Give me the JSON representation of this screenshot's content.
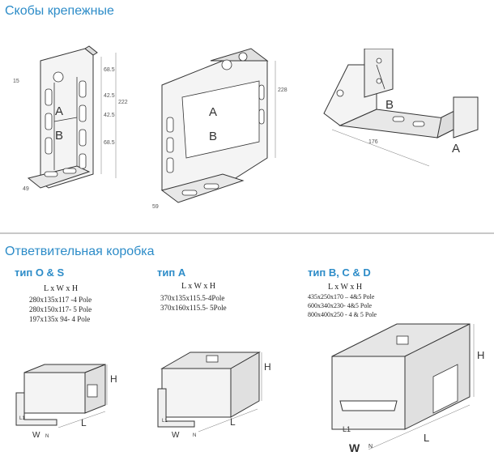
{
  "section1": {
    "title": "Скобы крепежные"
  },
  "section2": {
    "title": "Ответвительная коробка"
  },
  "bracket1": {
    "dims": [
      "68.5",
      "42.5",
      "42.5",
      "68.5"
    ],
    "height": "222",
    "width_top": "15",
    "bottom": "49",
    "label_a": "A",
    "label_b": "B"
  },
  "bracket2": {
    "height": "228",
    "bottom": "59",
    "label_a": "A",
    "label_b": "B"
  },
  "bracket3": {
    "width": "176",
    "label_a": "A",
    "label_b": "B"
  },
  "box_os": {
    "title": "тип O & S",
    "lwh": "L x W x H",
    "specs": [
      "280x135x117 -4 Pole",
      "280x150x117- 5 Pole",
      "197x135x 94- 4 Pole"
    ],
    "label_h": "H",
    "label_l": "L",
    "label_w": "W",
    "label_l1": "L1",
    "label_n": "N"
  },
  "box_a": {
    "title": "тип A",
    "lwh": "L x W x H",
    "specs": [
      "370x135x115.5-4Pole",
      "370x160x115.5- 5Pole"
    ],
    "label_h": "H",
    "label_l": "L",
    "label_w": "W",
    "label_l1": "L1",
    "label_n": "N"
  },
  "box_bcd": {
    "title": "тип B, C & D",
    "lwh": "L x W x H",
    "specs": [
      "435x250x170 – 4&5 Pole",
      "600x340x230- 4&5 Pole",
      "800x400x250 - 4 & 5 Pole"
    ],
    "label_h": "H",
    "label_l": "L",
    "label_w": "W",
    "label_l1": "L1",
    "label_n": "N"
  }
}
